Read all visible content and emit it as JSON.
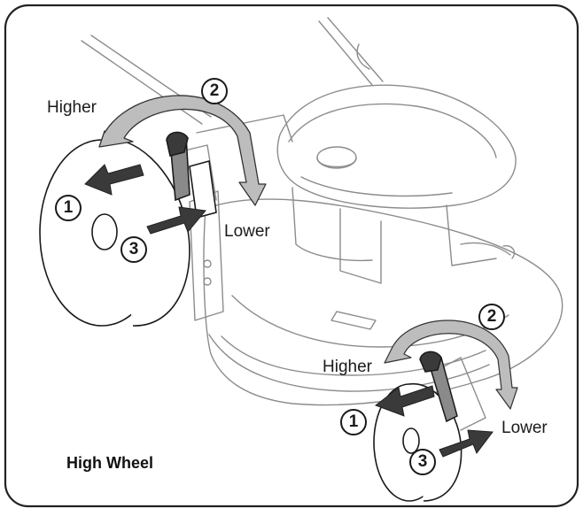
{
  "caption": "High Wheel",
  "colors": {
    "frame": "#222222",
    "outline": "#8c8c8c",
    "arrow_dark": "#3a3a3a",
    "arrow_light": "#bdbdbd"
  },
  "front_wheel": {
    "step1": "1",
    "step2": "2",
    "step3": "3",
    "higher_label": "Higher",
    "lower_label": "Lower"
  },
  "rear_wheel": {
    "step1": "1",
    "step2": "2",
    "step3": "3",
    "higher_label": "Higher",
    "lower_label": "Lower"
  }
}
